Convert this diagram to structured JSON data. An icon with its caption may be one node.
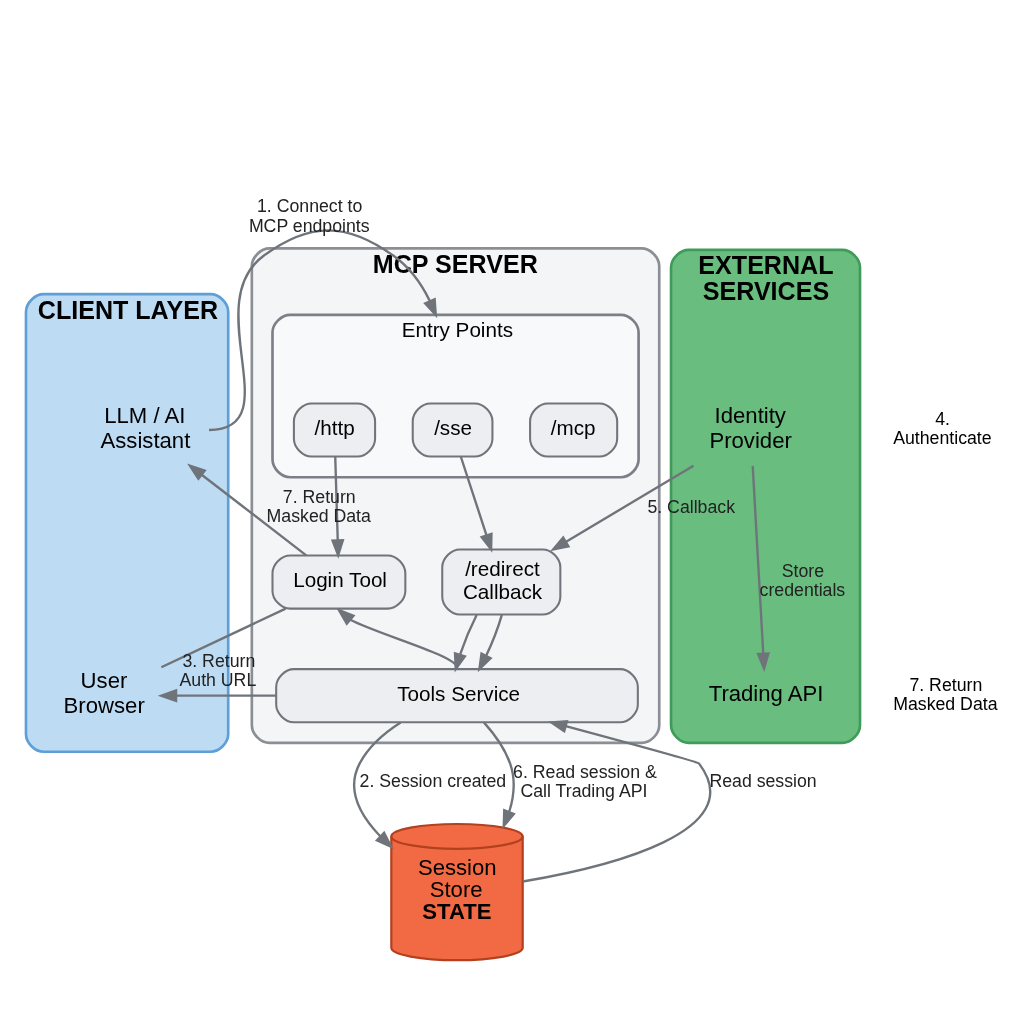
{
  "diagram": {
    "nodes": [
      {
        "text": [
          "CLIENT LAYER"
        ]
      },
      {
        "text": [
          "LLM / AI Assistant"
        ],
        "in": 0
      },
      {
        "text": [
          "User Browser"
        ],
        "in": 0
      },
      {
        "text": [
          "MCP SERVER"
        ]
      },
      {
        "text": [
          "Entry Points"
        ],
        "in": 3
      },
      {
        "text": [
          "/mcp"
        ],
        "in": 4
      },
      {
        "text": [
          "/sse"
        ],
        "in": 4
      },
      {
        "text": [
          "/http"
        ],
        "in": 4
      },
      {
        "text": [
          "Login Tool"
        ],
        "in": 3
      },
      {
        "text": [
          "/redirect Callback"
        ],
        "in": 3
      },
      {
        "text": [
          "Tools Service"
        ],
        "in": 3
      },
      {
        "text": [
          "EXTERNAL SERVICES"
        ]
      },
      {
        "text": [
          "Identity Provider"
        ],
        "in": 11
      },
      {
        "text": [
          "Trading API"
        ],
        "in": 11
      },
      {
        "text": [
          "Session Store",
          "STATE"
        ]
      }
    ],
    "edges": [
      {
        "from": 1,
        "to": 4,
        "arrow": "to",
        "label": "1. Connect to MCP endpoints"
      },
      {
        "from": 6,
        "to": 9,
        "arrow": "to"
      },
      {
        "from": 7,
        "to": 8,
        "arrow": "to"
      },
      {
        "from": 8,
        "to": 1,
        "arrow": "to",
        "label": "7. Return Masked Data"
      },
      {
        "from": 8,
        "to": 2,
        "arrow": "none"
      },
      {
        "from": 10,
        "to": 8,
        "arrow": "to"
      },
      {
        "from": 9,
        "to": 10,
        "arrow": "to"
      },
      {
        "from": 9,
        "to": 10,
        "arrow": "to"
      },
      {
        "from": 10,
        "to": 2,
        "arrow": "to",
        "label": "3. Return Auth URL"
      },
      {
        "from": 12,
        "to": 9,
        "arrow": "to",
        "label": "5. Callback"
      },
      {
        "from": 12,
        "to": 13,
        "arrow": "to",
        "label": "Store credentials"
      },
      {
        "from": 10,
        "to": 14,
        "arrow": "to",
        "label": "2. Session created"
      },
      {
        "from": 14,
        "to": 10,
        "arrow": "to",
        "label": "Read session"
      },
      {
        "from": 10,
        "to": 14,
        "arrow": "to",
        "label": "6. Read session & Call Trading API"
      }
    ],
    "labels": [
      "4. Authenticate",
      "7. Return Masked Data"
    ]
  }
}
